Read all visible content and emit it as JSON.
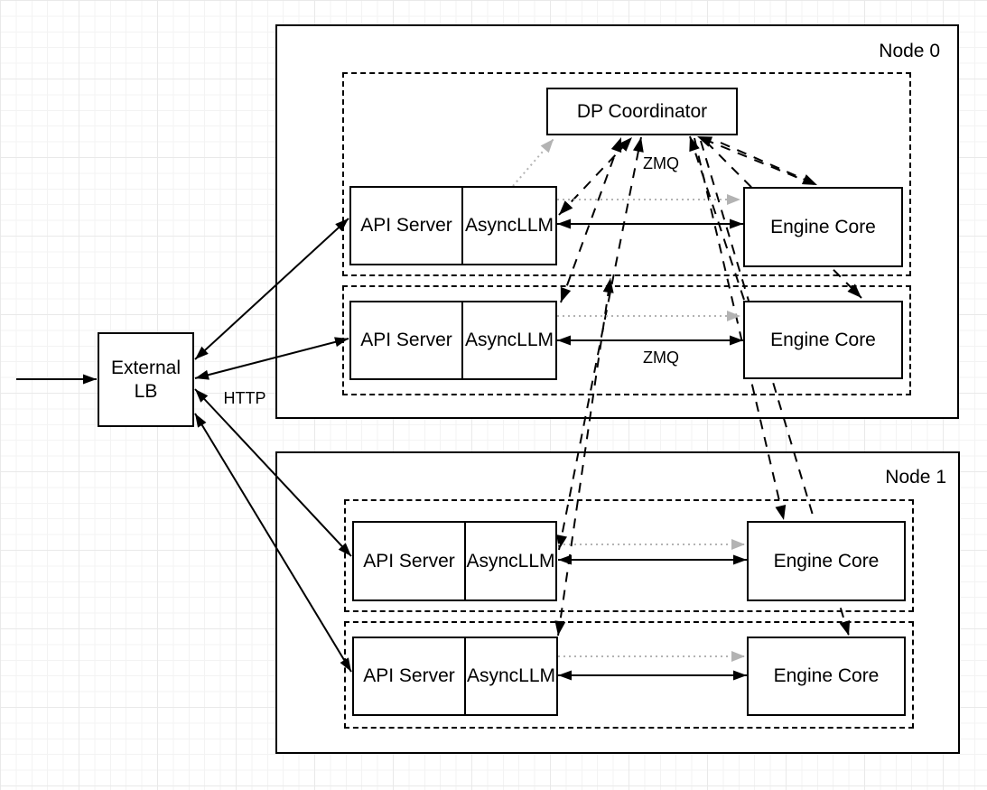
{
  "diagram": {
    "node0_label": "Node 0",
    "node1_label": "Node 1",
    "dp_coordinator_label": "DP Coordinator",
    "external_lb_line1": "External",
    "external_lb_line2": "LB",
    "api_server_label": "API Server",
    "asyncllm_label": "AsyncLLM",
    "engine_core_label": "Engine Core",
    "http_label": "HTTP",
    "zmq_label_top": "ZMQ",
    "zmq_label_row": "ZMQ",
    "colors": {
      "stroke": "#000000",
      "startup_link_gray": "#b3b3b3",
      "background": "#ffffff"
    }
  }
}
